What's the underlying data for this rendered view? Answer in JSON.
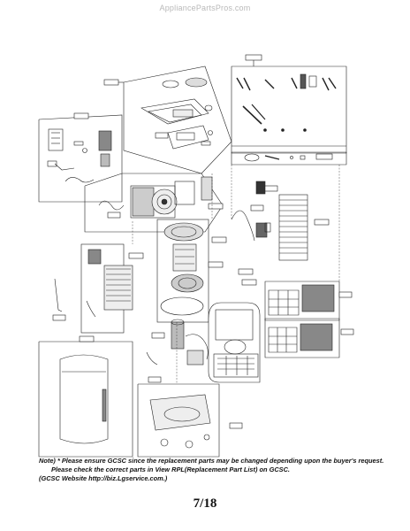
{
  "watermark": "AppliancePartsPros.com",
  "diagram": {
    "description_icon": "exploded-parts-diagram"
  },
  "note": {
    "line1": "Note) * Please ensure GCSC since the replacement parts may be changed depending upon the buyer's request.",
    "line2": "Please check  the correct parts in View RPL(Replacement Part List) on GCSC.",
    "line3": "(GCSC Website  http://biz.Lgservice.com.)"
  },
  "page_number": "7/18"
}
